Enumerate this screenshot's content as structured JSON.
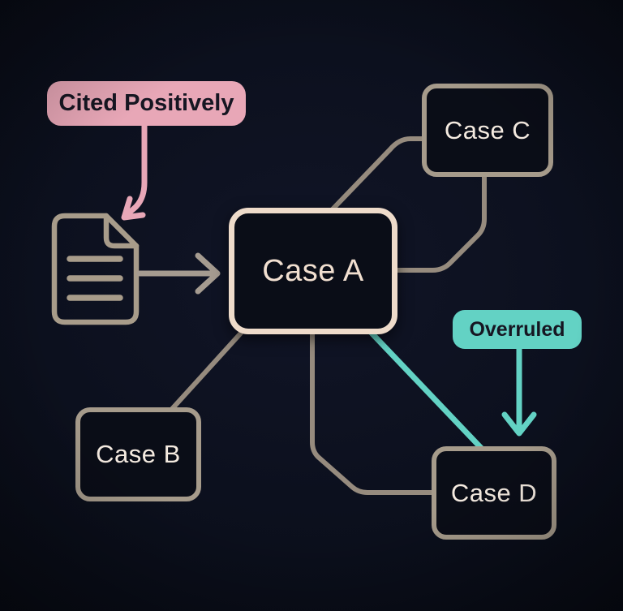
{
  "diagram": {
    "type": "citation-network",
    "nodes": {
      "case_a": {
        "label": "Case A",
        "role": "central-case"
      },
      "case_b": {
        "label": "Case B"
      },
      "case_c": {
        "label": "Case C"
      },
      "case_d": {
        "label": "Case D"
      },
      "document": {
        "label": "",
        "icon": "document-icon",
        "text_lines": 3
      }
    },
    "annotations": {
      "cited_positively": {
        "label": "Cited Positively",
        "color": "#e8a7b7",
        "points_to": "document"
      },
      "overruled": {
        "label": "Overruled",
        "color": "#63d2c4",
        "points_to": "case_d"
      }
    },
    "edges": [
      {
        "id": "document-to-case-a",
        "from": "document",
        "to": "case_a",
        "kind": "arrow"
      },
      {
        "id": "case-a-to-case-c",
        "from": "case_a",
        "to": "case_c",
        "kind": "elbow"
      },
      {
        "id": "case-c-to-case-a",
        "from": "case_c",
        "to": "case_a",
        "kind": "elbow"
      },
      {
        "id": "case-a-to-case-b",
        "from": "case_a",
        "to": "case_b",
        "kind": "straight"
      },
      {
        "id": "case-a-to-case-d",
        "from": "case_a",
        "to": "case_d",
        "kind": "elbow"
      },
      {
        "id": "case-a-to-case-d-overruled",
        "from": "case_a",
        "to": "case_d",
        "kind": "straight",
        "status": "overruled",
        "color": "#63d2c4"
      }
    ],
    "colors": {
      "background": "#0b0f1c",
      "node_fill": "#0a0d17",
      "case_a_border": "#eedbca",
      "node_border": "#a69b8b",
      "node_text": "#f5ebe1",
      "case_a_text": "#f1dfd0",
      "edge": "#968b7e",
      "doc_icon": "#a89c8a",
      "positive": "#e8a7b7",
      "negative": "#63d2c4",
      "badge_text": "#161622"
    }
  }
}
